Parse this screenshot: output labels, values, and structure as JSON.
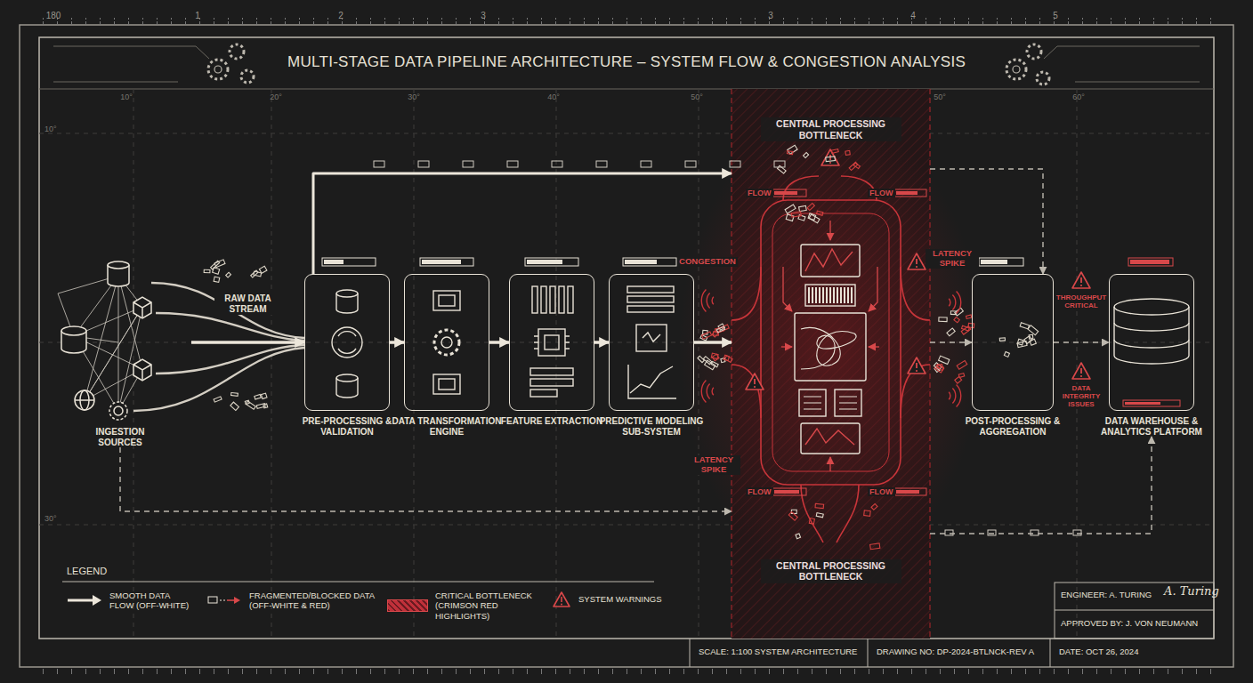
{
  "diagram": {
    "title": "MULTI-STAGE DATA PIPELINE ARCHITECTURE – SYSTEM FLOW & CONGESTION ANALYSIS",
    "nodes": [
      {
        "text": [
          "INGESTION SOURCES"
        ]
      },
      {
        "text": [
          "PRE-PROCESSING & VALIDATION"
        ]
      },
      {
        "text": [
          "DATA TRANSFORMATION ENGINE"
        ]
      },
      {
        "text": [
          "FEATURE EXTRACTION"
        ]
      },
      {
        "text": [
          "PREDICTIVE MODELING SUB-SYSTEM"
        ]
      },
      {
        "text": [
          "CENTRAL PROCESSING BOTTLENECK",
          "CENTRAL PROCESSING BOTTLENECK"
        ]
      },
      {
        "text": [
          "POST-PROCESSING & AGGREGATION"
        ]
      },
      {
        "text": [
          "DATA WAREHOUSE & ANALYTICS PLATFORM"
        ]
      }
    ],
    "edges": [
      {
        "from": 0,
        "to": 1,
        "arrow": "to",
        "label": "RAW DATA STREAM"
      },
      {
        "from": 1,
        "to": 2,
        "arrow": "to"
      },
      {
        "from": 2,
        "to": 3,
        "arrow": "to"
      },
      {
        "from": 3,
        "to": 4,
        "arrow": "to"
      },
      {
        "from": 4,
        "to": 5,
        "arrow": "to"
      },
      {
        "from": 5,
        "to": 6,
        "arrow": "to"
      },
      {
        "from": 6,
        "to": 7,
        "arrow": "to"
      },
      {
        "from": 1,
        "to": 5,
        "arrow": "to"
      },
      {
        "from": 0,
        "to": 5,
        "arrow": "to"
      },
      {
        "from": 5,
        "to": 6,
        "arrow": "to"
      },
      {
        "from": 5,
        "to": 7,
        "arrow": "to"
      }
    ],
    "labels": [
      "180",
      "1",
      "2",
      "3",
      "3",
      "4",
      "5",
      "10°",
      "20°",
      "30°",
      "40°",
      "50°",
      "50°",
      "60°",
      "10°",
      "30°",
      "CONGESTION",
      "LATENCY SPIKE",
      "LATENCY SPIKE",
      "FLOW",
      "FLOW",
      "FLOW",
      "FLOW",
      "THROUGHPUT CRITICAL",
      "DATA INTEGRITY ISSUES",
      "LEGEND",
      "ENGINEER: A. TURING",
      "A. Turing",
      "APPROVED BY: J. VON NEUMANN",
      "SCALE: 1:100 SYSTEM ARCHITECTURE",
      "DRAWING NO: DP-2024-BTLNCK-REV A",
      "DATE: OCT 26, 2024"
    ],
    "legend": [
      {
        "text": "SMOOTH DATA FLOW (OFF-WHITE)"
      },
      {
        "text": "FRAGMENTED/BLOCKED DATA (OFF-WHITE & RED)"
      },
      {
        "text": "CRITICAL BOTTLENECK (CRIMSON RED HIGHLIGHTS)",
        "color": "#c0303a"
      },
      {
        "text": "SYSTEM WARNINGS"
      }
    ]
  }
}
